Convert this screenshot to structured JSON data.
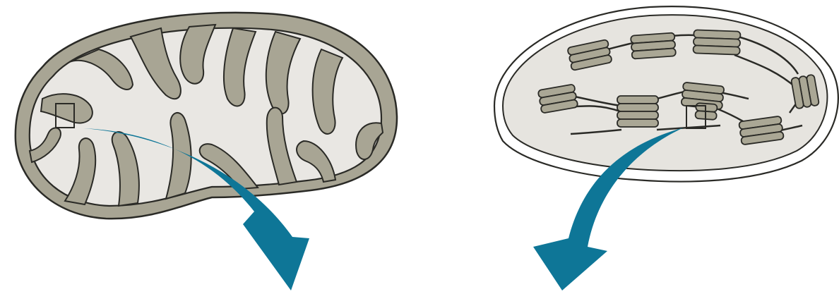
{
  "colors": {
    "background": "#ffffff",
    "outline": "#2a2a26",
    "membrane_fill": "#a8a594",
    "matrix_fill": "#e9e7e3",
    "chloroplast_envelope": "#ffffff",
    "stroma_fill": "#e6e4df",
    "thylakoid_fill": "#aaa795",
    "arrow": "#0e7697"
  },
  "figures": [
    {
      "name": "mitochondrion",
      "structure": "cristae",
      "highlight_box": true,
      "arrow_direction": "down-right"
    },
    {
      "name": "chloroplast",
      "structure": "grana",
      "granum_count": 9,
      "highlight_box": true,
      "arrow_direction": "down-left"
    }
  ]
}
